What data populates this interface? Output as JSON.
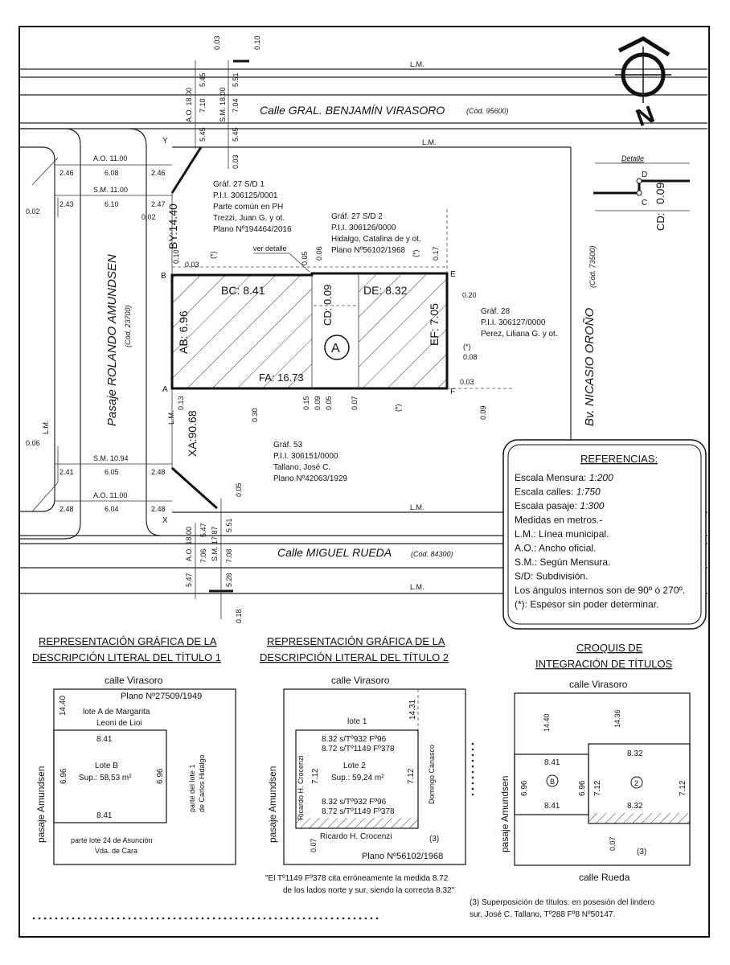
{
  "lm": "L.M.",
  "streets": {
    "virasoro": "Calle  GRAL. BENJAMÍN VIRASORO",
    "virasoro_cod": "(Cód. 95600)",
    "rueda": "Calle MIGUEL RUEDA",
    "rueda_cod": "(Cód. 84300)",
    "amundsen": "Pasaje ROLANDO AMUNDSEN",
    "amundsen_cod": "(Cód. 23700)",
    "orono": "Bv. NICASIO OROÑO",
    "orono_cod": "(Cód. 73500)"
  },
  "top_dims": {
    "d003": "0.03",
    "d010": "0.10",
    "d545a": "5.45",
    "d551": "5.51",
    "ao1800": "A.O. 18.00",
    "d710": "7.10",
    "sm1800": "S.M. 18.00",
    "d704": "7.04",
    "d545b": "5.45",
    "d545c": "5.45",
    "d003b": "0.03"
  },
  "left_dims": {
    "ao1100": "A.O. 11.00",
    "d246a": "2.46",
    "d608": "6.08",
    "d246b": "2.46",
    "sm1100": "S.M. 11.00",
    "d243": "2.43",
    "d610": "6.10",
    "d247": "2.47",
    "d002a": "0.02",
    "d002b": "0.02",
    "sm1094": "S.M. 10.94",
    "d241": "2.41",
    "d605": "6.05",
    "d248a": "2.48",
    "ao1100b": "A.O. 11.00",
    "d248b": "2.48",
    "d604": "6.04",
    "d248c": "2.48",
    "d006": "0.06",
    "lm_left": "L.M."
  },
  "bottom_dims": {
    "ao1800": "A.O. 18.00",
    "d547a": "5.47",
    "d706": "7.06",
    "d547b": "5.47",
    "sm1787": "S.M. 17.87",
    "d708": "7.08",
    "d528": "5.28",
    "d551": "5.51",
    "d005": "0.05",
    "d018": "0.18"
  },
  "lot": {
    "label": "A",
    "ab": "AB: 6.96",
    "bc": "BC: 8.41",
    "cd": "CD: 0.09",
    "de": "DE: 8.32",
    "ef": "EF: 7.05",
    "fa": "FA: 16.73",
    "xa": "XA:90.68",
    "by": "BY:14.40",
    "pts": {
      "a": "A",
      "b": "B",
      "c": "C",
      "d": "D",
      "e": "E",
      "f": "F",
      "x": "X",
      "y": "Y"
    },
    "ver_detalle": "ver detalle",
    "small": {
      "b010": "0.10",
      "b003": "0.03",
      "bstar": "(*)",
      "t005": "0.05",
      "t006": "0.06",
      "tstar": "(*)",
      "t017": "0.17",
      "e020": "0.20",
      "estar": "(*)",
      "e008": "0.08",
      "f003": "0.03",
      "a013": "0.13",
      "a030": "0.30",
      "a015": "0.15",
      "a009": "0.09",
      "a005": "0.05",
      "a007": "0.07",
      "astar": "(*)",
      "f009": "0.09",
      "lm_a": "L.M."
    }
  },
  "neighbors": {
    "n1": [
      "Gráf. 27 S/D 1",
      "P.I.I. 306125/0001",
      "Parte común en PH",
      "Trezzi, Juan G. y ot.",
      "Plano Nº194464/2016"
    ],
    "n2": [
      "Gráf. 27 S/D 2",
      "P.I.I. 306126/0000",
      "Hidalgo, Catalina de y ot.",
      "Plano Nº56102/1968"
    ],
    "n3": [
      "Gráf. 28",
      "P.I.I. 306127/0000",
      "Perez, Liliana G. y ot."
    ],
    "n4": [
      "Gráf. 53",
      "P.I.I. 306151/0000",
      "Tallano, José C.",
      "Plano Nº42063/1929"
    ]
  },
  "detalle": {
    "title": "Detalle",
    "d": "D",
    "c": "C",
    "val": "0.09",
    "cd": "CD:"
  },
  "references": {
    "title": "REFERENCIAS:",
    "lines": [
      {
        "k": "Escala Mensura: ",
        "v": "1:200"
      },
      {
        "k": "Escala calles: ",
        "v": "1:750"
      },
      {
        "k": "Escala pasaje: ",
        "v": "1:300"
      },
      {
        "k": "Medidas en metros.-",
        "v": ""
      },
      {
        "k": "L.M.: Línea municipal.",
        "v": ""
      },
      {
        "k": "A.O.: Ancho oficial.",
        "v": ""
      },
      {
        "k": "S.M.: Según Mensura.",
        "v": ""
      },
      {
        "k": "S/D: Subdivisión.",
        "v": ""
      },
      {
        "k": "Los ángulos internos son de 90º ó 270º.",
        "v": ""
      },
      {
        "k": "(*): Espesor sin poder determinar.",
        "v": ""
      }
    ]
  },
  "t1": {
    "title1": "REPRESENTACIÓN GRÁFICA DE LA",
    "title2": "DESCRIPCIÓN LITERAL DEL TÍTULO 1",
    "street": "calle Virasoro",
    "plano": "Plano Nº27509/1949",
    "d1440": "14.40",
    "loteA1": "lote A de Margarita",
    "loteA2": "Leoni de Lioi",
    "top": "8.41",
    "loteB": "Lote B",
    "sup": "Sup.: 58,53 m²",
    "left": "6.96",
    "right": "6.96",
    "bottom": "8.41",
    "side": "pasaje Amundsen",
    "rside1": "parte del lote 1",
    "rside2": "de Carlos Hidalgo",
    "bot1": "parte lote 24 de Asunción",
    "bot2": "Vda. de Cara"
  },
  "t2": {
    "title1": "REPRESENTACIÓN GRÁFICA DE LA",
    "title2": "DESCRIPCIÓN LITERAL DEL TÍTULO 2",
    "street": "calle Virasoro",
    "d1431": "14.31",
    "lote1": "lote 1",
    "s1": "8.32 s/Tº932 Fº96",
    "s2": "8.72 s/Tº1149 Fº378",
    "lote2": "Lote 2",
    "sup": "Sup.: 59,24 m²",
    "left": "7.12",
    "right": "7.12",
    "s3": "8.32 s/Tº932 Fº96",
    "s4": "8.72 s/Tº1149 Fº378",
    "lside": "Ricardo H. Crocenzi",
    "rside": "Domingo Canasco",
    "bottom_owner": "Ricardo H. Crocenzi",
    "d007": "0.07",
    "n3": "(3)",
    "plano": "Plano Nº56102/1968",
    "side": "pasaje Amundsen",
    "note1": "\"El Tº1149 Fº378 cita erróneamente la medida 8.72",
    "note2": "de los lados norte y sur, siendo la correcta 8.32\""
  },
  "t3": {
    "title1": "CROQUIS DE",
    "title2": "INTEGRACIÓN DE TÍTULOS",
    "street": "calle Virasoro",
    "d1440": "14.40",
    "d1436": "14.36",
    "top1": "8.41",
    "top2": "8.32",
    "l696": "6.96",
    "m696": "6.96",
    "m712": "7.12",
    "r712": "7.12",
    "b": "B",
    "n2": "2",
    "bot1": "8.41",
    "bot2": "8.32",
    "d007": "0.07",
    "n3": "(3)",
    "side": "pasaje Amundsen",
    "street_bottom": "calle Rueda",
    "foot1": "(3) Superposición de títulos: en posesión del lindero",
    "foot2": "sur, José C. Tallano, Tº288 Fº8 Nº50147."
  },
  "north": "N"
}
